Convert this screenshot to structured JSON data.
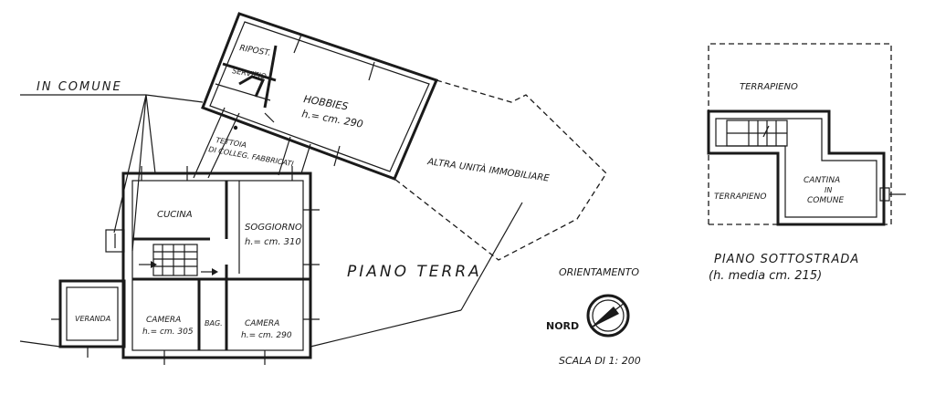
{
  "labels": {
    "in_comune": "IN COMUNE",
    "ripost": "RIPOST.",
    "servizio": "SERVIZIO",
    "hobbies": "HOBBIES",
    "hobbies_h": "h.= cm. 290",
    "tettoia": "TETTOIA",
    "tettoia_sub": "DI COLLEG. FABBRICATI",
    "altra_unita": "ALTRA UNITÀ IMMOBILIARE",
    "cucina": "CUCINA",
    "soggiorno": "SOGGIORNO",
    "soggiorno_h": "h.= cm. 310",
    "piano_terra": "PIANO TERRA",
    "veranda": "VERANDA",
    "camera_left": "CAMERA",
    "camera_left_h": "h.= cm. 305",
    "bag": "BAG.",
    "camera_right": "CAMERA",
    "camera_right_h": "h.= cm. 290",
    "orientamento": "ORIENTAMENTO",
    "nord": "NORD",
    "scala": "SCALA DI 1: 200",
    "terrapieno_top": "TERRAPIENO",
    "terrapieno_left": "TERRAPIENO",
    "cantina": "CANTINA",
    "cantina_in": "IN",
    "cantina_comune": "COMUNE",
    "piano_sottostrada": "PIANO SOTTOSTRADA",
    "altezza_media": "(h. media cm. 215)"
  },
  "colors": {
    "ink": "#1a1a1a",
    "paper": "#ffffff"
  }
}
